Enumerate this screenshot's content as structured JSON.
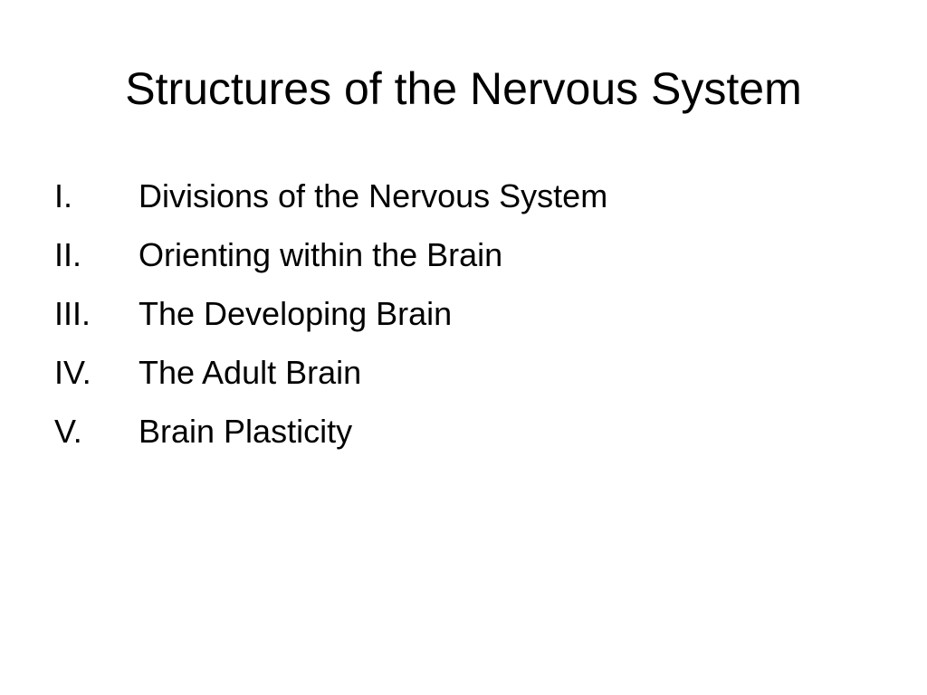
{
  "slide": {
    "title": "Structures of the Nervous System",
    "items": [
      {
        "numeral": "I.",
        "text": "Divisions of the Nervous System"
      },
      {
        "numeral": "II.",
        "text": "Orienting within the Brain"
      },
      {
        "numeral": "III.",
        "text": "The Developing Brain"
      },
      {
        "numeral": "IV.",
        "text": "The Adult Brain"
      },
      {
        "numeral": "V.",
        "text": "Brain Plasticity"
      }
    ]
  },
  "colors": {
    "background": "#ffffff",
    "text": "#000000"
  }
}
